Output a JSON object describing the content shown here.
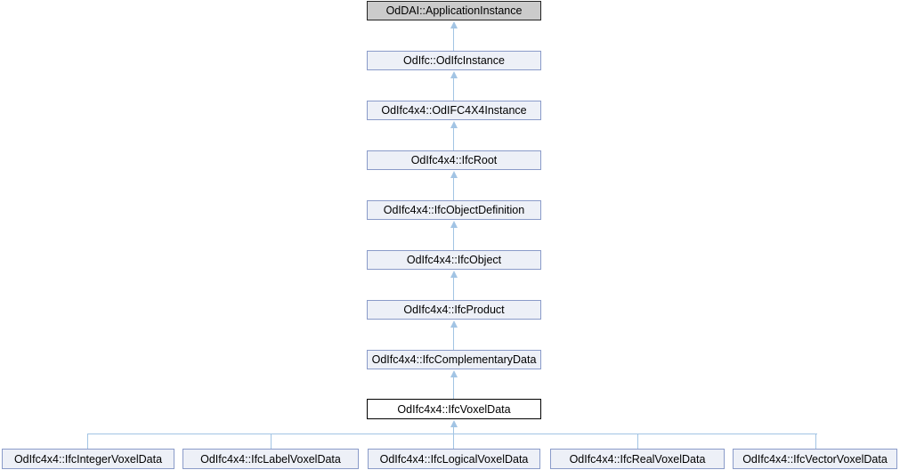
{
  "diagram": {
    "type": "class-inheritance-graph",
    "current_class": "OdIfc4x4::IfcVoxelData",
    "chain": [
      {
        "label": "OdDAI::ApplicationInstance",
        "kind": "external-undocumented"
      },
      {
        "label": "OdIfc::OdIfcInstance",
        "kind": "class"
      },
      {
        "label": "OdIfc4x4::OdIFC4X4Instance",
        "kind": "class"
      },
      {
        "label": "OdIfc4x4::IfcRoot",
        "kind": "class"
      },
      {
        "label": "OdIfc4x4::IfcObjectDefinition",
        "kind": "class"
      },
      {
        "label": "OdIfc4x4::IfcObject",
        "kind": "class"
      },
      {
        "label": "OdIfc4x4::IfcProduct",
        "kind": "class"
      },
      {
        "label": "OdIfc4x4::IfcComplementaryData",
        "kind": "class"
      },
      {
        "label": "OdIfc4x4::IfcVoxelData",
        "kind": "current"
      }
    ],
    "children": [
      {
        "label": "OdIfc4x4::IfcIntegerVoxelData"
      },
      {
        "label": "OdIfc4x4::IfcLabelVoxelData"
      },
      {
        "label": "OdIfc4x4::IfcLogicalVoxelData"
      },
      {
        "label": "OdIfc4x4::IfcRealVoxelData"
      },
      {
        "label": "OdIfc4x4::IfcVectorVoxelData"
      }
    ],
    "colors": {
      "background": "#FFFFFF",
      "node_fill": "#EDF0F7",
      "node_border": "#8A9BC9",
      "current_fill": "#FFFFFF",
      "current_border": "#000000",
      "external_fill": "#CBCBCB",
      "external_border": "#242424",
      "edge": "#A2C4E4",
      "text": "#000000"
    }
  }
}
